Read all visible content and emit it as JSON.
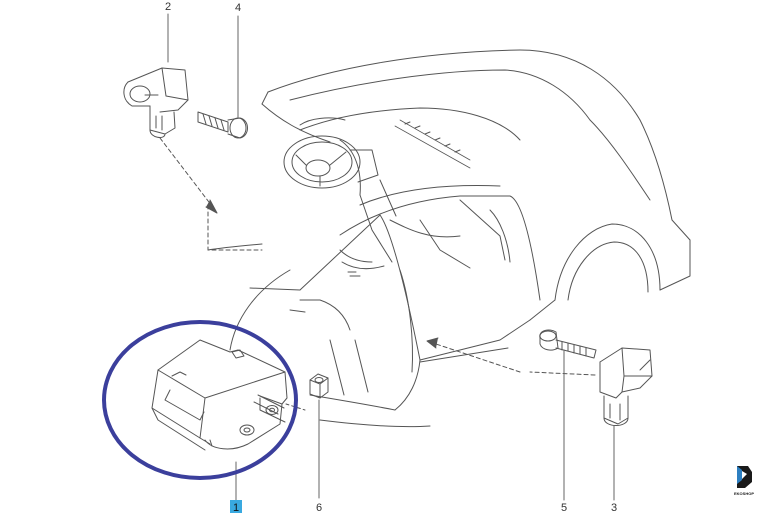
{
  "callouts": [
    {
      "id": "1",
      "highlighted": true
    },
    {
      "id": "2",
      "highlighted": false
    },
    {
      "id": "3",
      "highlighted": false
    },
    {
      "id": "4",
      "highlighted": false
    },
    {
      "id": "5",
      "highlighted": false
    },
    {
      "id": "6",
      "highlighted": false
    }
  ],
  "logo": {
    "text": "EKOSHOP",
    "icon": "ekoshop-logo-icon"
  },
  "colors": {
    "line": "#555555",
    "highlight_ring": "#3b3f9c",
    "callout_highlight": "#39a9e0"
  }
}
